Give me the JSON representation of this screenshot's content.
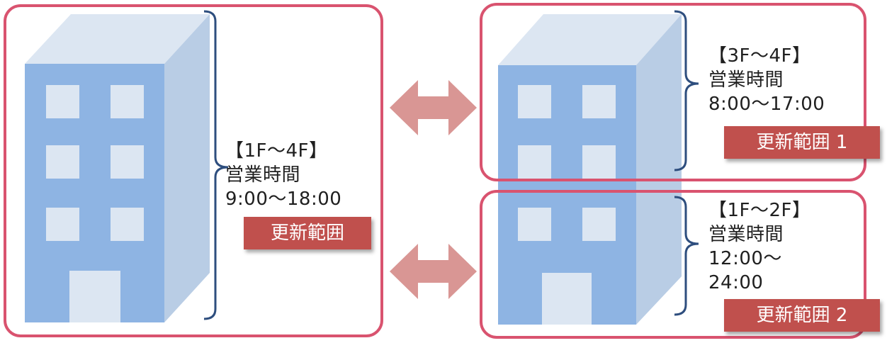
{
  "colors": {
    "frame": "#d9536f",
    "building_front": "#8eb4e3",
    "building_side": "#b9cde5",
    "building_top": "#dce6f2",
    "window": "#dce6f2",
    "bracket": "#2e4e7e",
    "arrow": "#d99694",
    "badge": "#c0504d"
  },
  "left_panel": {
    "floors": "【1F～4F】",
    "hours_label": "営業時間",
    "hours": "9:00～18:00",
    "badge": "更新範囲"
  },
  "right_top_panel": {
    "floors": "【3F～4F】",
    "hours_label": "営業時間",
    "hours": "8:00～17:00",
    "badge": "更新範囲 1"
  },
  "right_bottom_panel": {
    "floors": "【1F～2F】",
    "hours_label": "営業時間",
    "hours_line1": "12:00～",
    "hours_line2": "24:00",
    "badge": "更新範囲 2"
  },
  "icons": {
    "left_building": "office-building-icon",
    "right_building": "office-building-icon",
    "arrows": "double-headed-arrow-icon"
  }
}
